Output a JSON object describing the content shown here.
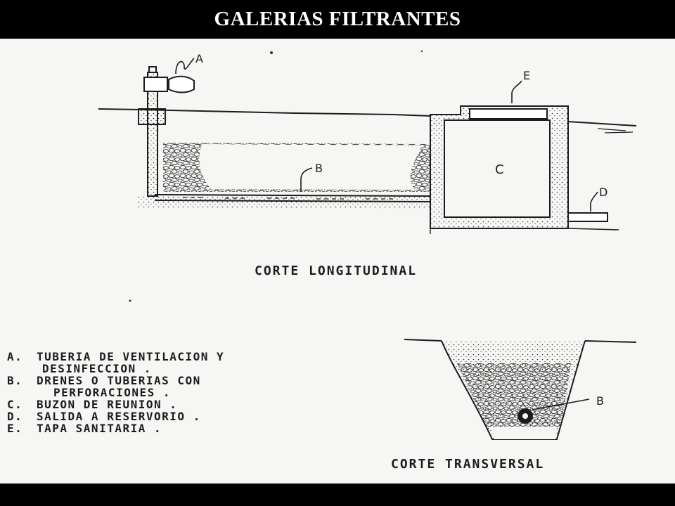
{
  "header": {
    "title": "GALERIAS FILTRANTES"
  },
  "diagram": {
    "callouts": {
      "a": "A",
      "b": "B",
      "c": "C",
      "d": "D",
      "e": "E",
      "b_transversal": "B"
    },
    "section_titles": {
      "longitudinal": "CORTE LONGITUDINAL",
      "transversal": "CORTE TRANSVERSAL"
    },
    "legend": [
      {
        "key": "A.",
        "lines": [
          "TUBERIA DE VENTILACION Y",
          "DESINFECCION ."
        ]
      },
      {
        "key": "B.",
        "lines": [
          "DRENES O TUBERIAS CON",
          "PERFORACIONES ."
        ]
      },
      {
        "key": "C.",
        "lines": [
          "BUZON DE REUNION ."
        ]
      },
      {
        "key": "D.",
        "lines": [
          "SALIDA A RESERVORIO ."
        ]
      },
      {
        "key": "E.",
        "lines": [
          "TAPA SANITARIA ."
        ]
      }
    ]
  },
  "colors": {
    "ink": "#1c1c1c",
    "paper": "#f6f6f4",
    "frame": "#000000"
  }
}
